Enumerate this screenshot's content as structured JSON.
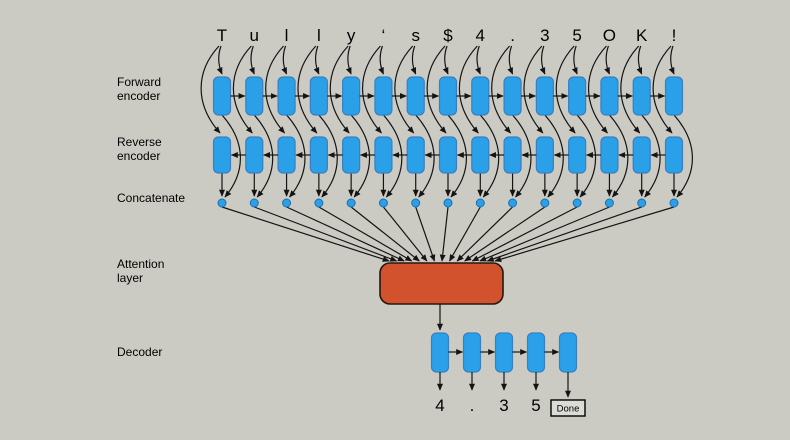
{
  "diagram": {
    "type": "seq2seq-attention-network",
    "input_chars": [
      "T",
      "u",
      "l",
      "l",
      "y",
      "‘",
      "s",
      "$",
      "4",
      ".",
      "3",
      "5",
      "O",
      "K",
      "!"
    ],
    "output_chars": [
      "4",
      ".",
      "3",
      "5"
    ],
    "done_label": "Done",
    "side_labels": {
      "forward": [
        "Forward",
        "encoder"
      ],
      "reverse": [
        "Reverse",
        "encoder"
      ],
      "concatenate": [
        "Concatenate"
      ],
      "attention": [
        "Attention",
        "layer"
      ],
      "decoder": [
        "Decoder"
      ]
    },
    "colors": {
      "background": "#cccbc3",
      "node_fill": "#29a0e8",
      "node_stroke": "#3a7fc0",
      "concat_fill": "#29a0e8",
      "concat_stroke": "#1a6fae",
      "attention_fill": "#d2522e",
      "attention_stroke": "#26170e",
      "line": "#141414",
      "done_fill": "#dcdcd6",
      "done_stroke": "#000000",
      "text": "#000000"
    }
  }
}
